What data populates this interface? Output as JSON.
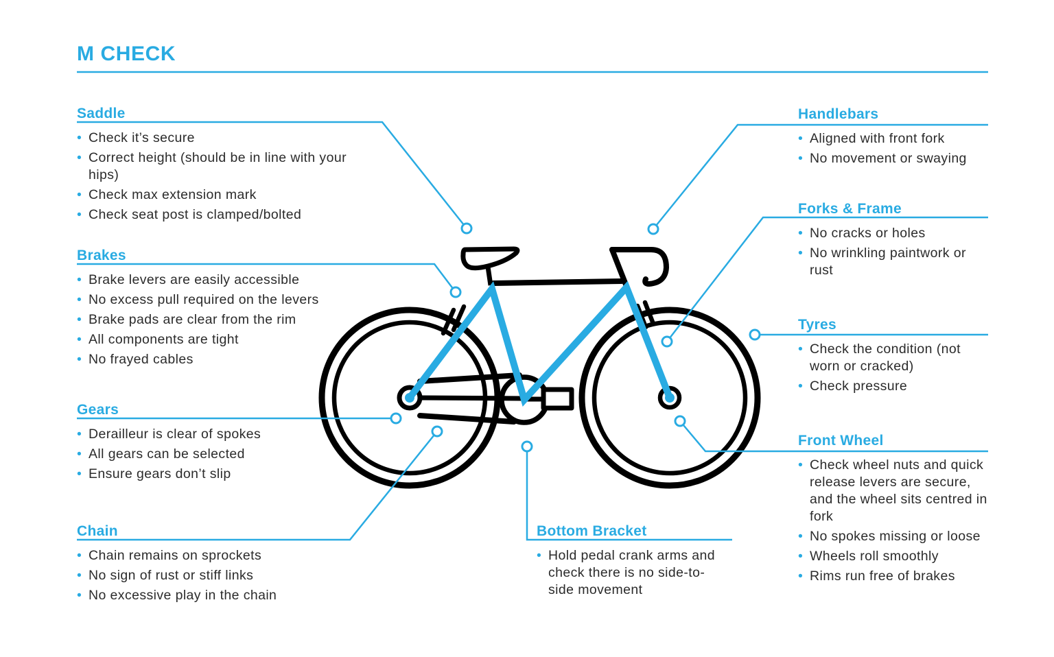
{
  "page": {
    "title": "M CHECK",
    "accent_color": "#29abe2",
    "text_color": "#2b2b2b",
    "background": "#ffffff"
  },
  "diagram": {
    "name": "bicycle M-check diagram",
    "frame_color": "#29abe2",
    "outline_color": "#000000"
  },
  "sections": [
    {
      "id": "saddle",
      "heading": "Saddle",
      "bullets": [
        "Check it’s secure",
        "Correct height (should be in line with your hips)",
        "Check max extension mark",
        "Check seat post is clamped/bolted"
      ]
    },
    {
      "id": "brakes",
      "heading": "Brakes",
      "bullets": [
        "Brake levers are easily accessible",
        "No excess pull required on the levers",
        "Brake pads are clear from the rim",
        "All components are tight",
        "No frayed cables"
      ]
    },
    {
      "id": "gears",
      "heading": "Gears",
      "bullets": [
        "Derailleur is clear of spokes",
        "All gears can be selected",
        "Ensure gears don’t slip"
      ]
    },
    {
      "id": "chain",
      "heading": "Chain",
      "bullets": [
        "Chain remains on sprockets",
        "No sign of rust or stiff links",
        "No excessive play in the chain"
      ]
    },
    {
      "id": "handlebars",
      "heading": "Handlebars",
      "bullets": [
        "Aligned with front fork",
        "No movement or swaying"
      ]
    },
    {
      "id": "forks-frame",
      "heading": "Forks & Frame",
      "bullets": [
        "No cracks or holes",
        "No wrinkling paintwork or rust"
      ]
    },
    {
      "id": "tyres",
      "heading": "Tyres",
      "bullets": [
        "Check the condition (not worn or cracked)",
        "Check pressure"
      ]
    },
    {
      "id": "front-wheel",
      "heading": "Front Wheel",
      "bullets": [
        "Check wheel nuts and quick release levers are secure, and the wheel sits centred in fork",
        "No spokes missing or loose",
        "Wheels roll smoothly",
        "Rims run free of brakes"
      ]
    },
    {
      "id": "bottom-bracket",
      "heading": "Bottom Bracket",
      "bullets": [
        "Hold pedal crank arms and check there is no side-to-side movement"
      ]
    }
  ]
}
